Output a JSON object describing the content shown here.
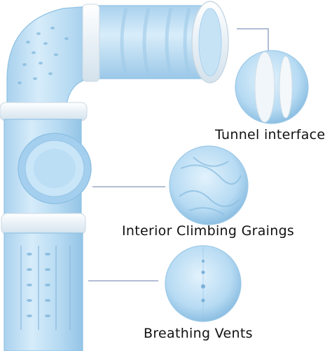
{
  "labels": {
    "tunnel_interface": "Tunnel interface",
    "interior_climbing": "Interior Climbing Graings",
    "breathing_vents": "Breathing Vents"
  },
  "colors": {
    "tube_blue": "#b9dcf2",
    "tube_edge": "#8fc2e4",
    "connector_ring": "#eef4f8",
    "leader_line": "#9aa7c7"
  },
  "icons": [
    "tunnel-pipe-illustration",
    "tunnel-interface-detail-circle",
    "climbing-grating-detail-circle",
    "breathing-vent-detail-circle"
  ]
}
